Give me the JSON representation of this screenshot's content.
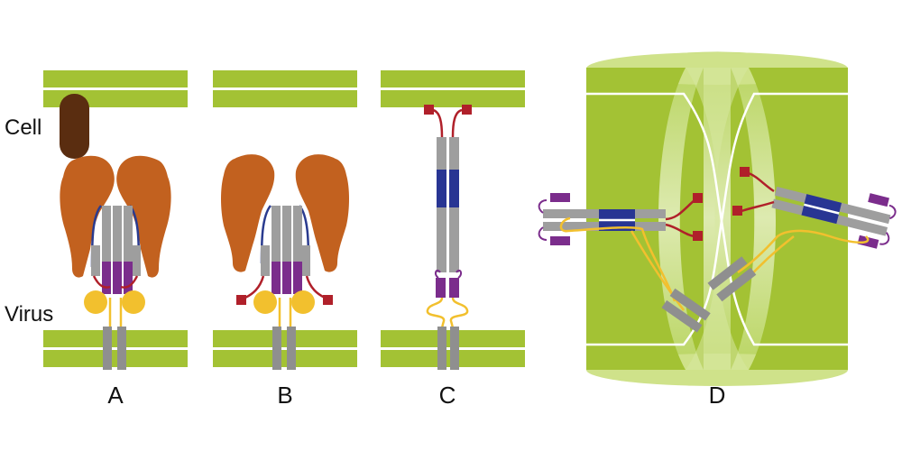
{
  "labels": {
    "cell": "Cell",
    "virus": "Virus",
    "panels": [
      "A",
      "B",
      "C",
      "D"
    ]
  },
  "colors": {
    "membrane": "#a3c234",
    "membrane_light": "#c4dc77",
    "cell_protein": "#5a2d10",
    "receptor": "#c2611f",
    "helix": "#9e9e9e",
    "core": "#283593",
    "fusion_peptide": "#7b2d8c",
    "red_domain": "#b0202a",
    "yellow_domain": "#f2c02e",
    "loop": "#2a3b8f"
  }
}
